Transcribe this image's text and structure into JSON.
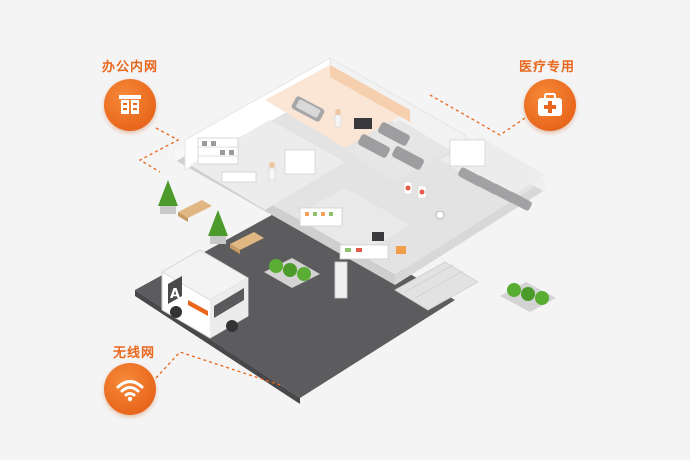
{
  "labels": {
    "office_network": "办公内网",
    "medical_dedicated": "医疗专用",
    "wireless_network": "无线网"
  },
  "icons": {
    "office": "office-desk-icon",
    "medical": "medical-kit-icon",
    "wireless": "wifi-icon"
  },
  "ambulance_mark": "A",
  "colors": {
    "accent": "#e8671c",
    "background": "#f4f4f5",
    "road": "#5c5c5e",
    "wall": "#ffffff",
    "floor": "#e9e9ea",
    "tree": "#4c9a2a",
    "accent_room": "#fbe6d6"
  }
}
